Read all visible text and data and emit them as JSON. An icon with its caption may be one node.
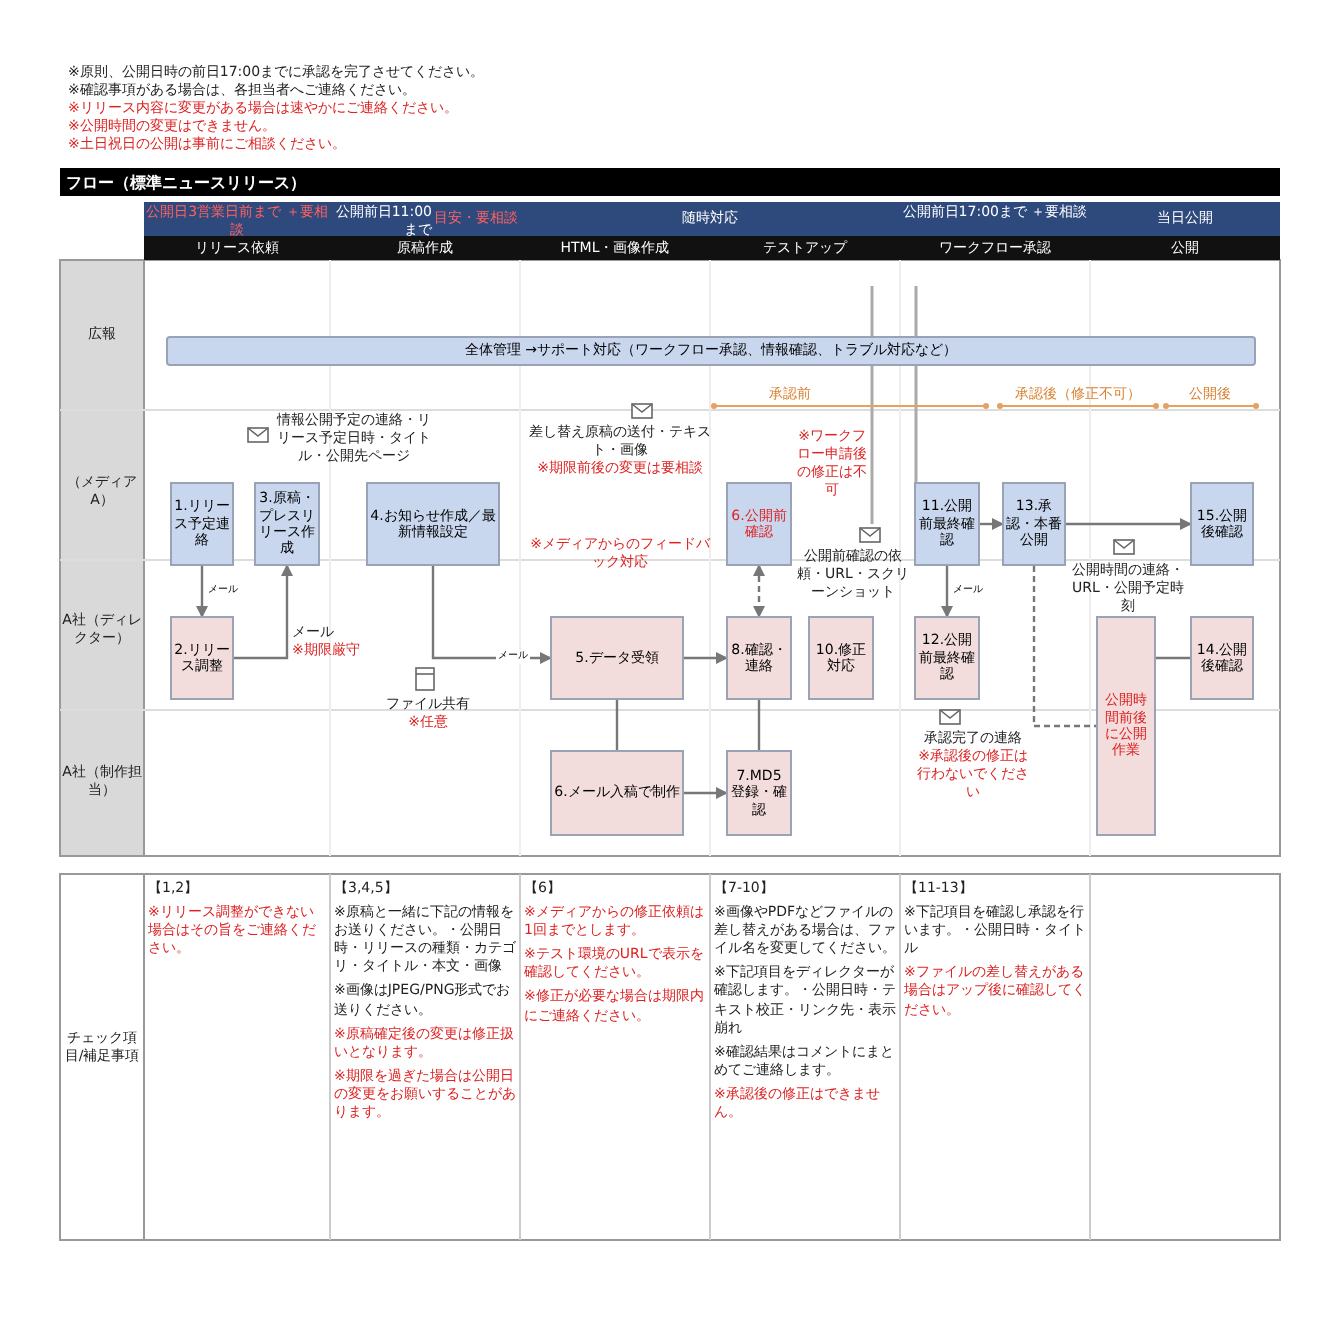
{
  "diagram": {
    "title": "フロー（標準ニュースリリース）",
    "nodes": [
      {
        "text": [
          "全体管理 →サポート対応（ワークフロー承認、情報確認、トラブル対応など）"
        ]
      },
      {
        "text": [
          "1.リリース予定連絡"
        ]
      },
      {
        "text": [
          "3.原稿・プレスリリース作成"
        ]
      },
      {
        "text": [
          "4.お知らせ作成／最新情報設定"
        ]
      },
      {
        "text": [
          "6.公開前確認"
        ]
      },
      {
        "text": [
          "11.公開前最終確認"
        ]
      },
      {
        "text": [
          "13.承認・本番公開"
        ]
      },
      {
        "text": [
          "15.公開後確認"
        ]
      },
      {
        "text": [
          "2.リリース調整"
        ]
      },
      {
        "text": [
          "5.データ受領"
        ]
      },
      {
        "text": [
          "8.確認・連絡"
        ]
      },
      {
        "text": [
          "10.修正対応"
        ]
      },
      {
        "text": [
          "12.公開前最終確認"
        ]
      },
      {
        "text": [
          "公開時間前後に公開作業"
        ]
      },
      {
        "text": [
          "14.公開後確認"
        ]
      },
      {
        "text": [
          "6.メール入稿で制作"
        ]
      },
      {
        "text": [
          "7.MD5登録・確認"
        ]
      }
    ],
    "edges": [
      {
        "from": 1,
        "to": 8,
        "arrow": "to",
        "label": "メール"
      },
      {
        "from": 8,
        "to": 2,
        "arrow": "to"
      },
      {
        "from": 3,
        "to": 9,
        "arrow": "to",
        "label": "メール"
      },
      {
        "from": 9,
        "to": 10,
        "arrow": "to"
      },
      {
        "from": 9,
        "to": 15,
        "arrow": "none"
      },
      {
        "from": 15,
        "to": 16,
        "arrow": "to"
      },
      {
        "from": 4,
        "to": 10,
        "arrow": "both",
        "style": "dashed"
      },
      {
        "from": 10,
        "to": 16,
        "arrow": "none"
      },
      {
        "from": 5,
        "to": 12,
        "arrow": "to",
        "label": "メール"
      },
      {
        "from": 5,
        "to": 6,
        "arrow": "to"
      },
      {
        "from": 6,
        "to": 7,
        "arrow": "to"
      },
      {
        "from": 6,
        "to": 13,
        "arrow": "none",
        "style": "dashed"
      },
      {
        "from": 13,
        "to": 14,
        "arrow": "none"
      }
    ],
    "labels": [
      "※原則、公開日時の前日17:00までに承認を完了させてください。",
      "※確認事項がある場合は、各担当者へご連絡ください。",
      "※リリース内容に変更がある場合は速やかにご連絡ください。",
      "※公開時間の変更はできません。",
      "※土日祝日の公開は事前にご相談ください。",
      "公開日3営業日前まで ＋要相談",
      "公開前日11:00まで",
      "目安・要相談",
      "随時対応",
      "公開前日17:00まで ＋要相談",
      "当日公開",
      "リリース依頼",
      "原稿作成",
      "HTML・画像作成",
      "テストアップ",
      "ワークフロー承認",
      "公開",
      "広報",
      "（メディアA）",
      "A社（ディレクター）",
      "A社（制作担当）",
      "承認前",
      "承認後（修正不可）",
      "公開後",
      "情報公開予定の連絡・リリース予定日時・タイトル・公開先ページ",
      "メール",
      "※期限厳守",
      "ファイル共有",
      "※任意",
      "差し替え原稿の送付・テキスト・画像",
      "※期限前後の変更は要相談",
      "※メディアからのフィードバック対応",
      "※ワークフロー申請後の修正は不可",
      "公開前確認の依頼・URL・スクリーンショット",
      "公開時間の連絡・URL・公開予定時刻",
      "承認完了の連絡",
      "※承認後の修正は行わないでください",
      "チェック項目/補足事項",
      "【1,2】",
      "※リリース調整ができない場合はその旨をご連絡ください。",
      "【3,4,5】",
      "※原稿と一緒に下記の情報をお送りください。・公開日時・リリースの種類・カテゴリ・タイトル・本文・画像",
      "※画像はJPEG/PNG形式でお送りください。",
      "※原稿確定後の変更は修正扱いとなります。",
      "※期限を過ぎた場合は公開日の変更をお願いすることがあります。",
      "【6】",
      "※メディアからの修正依頼は1回までとします。",
      "※テスト環境のURLで表示を確認してください。",
      "※修正が必要な場合は期限内にご連絡ください。",
      "【7-10】",
      "※画像やPDFなどファイルの差し替えがある場合は、ファイル名を変更してください。",
      "※下記項目をディレクターが確認します。・公開日時・テキスト校正・リンク先・表示崩れ",
      "※確認結果はコメントにまとめてご連絡します。",
      "※承認後の修正はできません。",
      "【11-13】",
      "※下記項目を確認し承認を行います。・公開日時・タイトル",
      "※ファイルの差し替えがある場合はアップ後に確認してください。"
    ]
  }
}
